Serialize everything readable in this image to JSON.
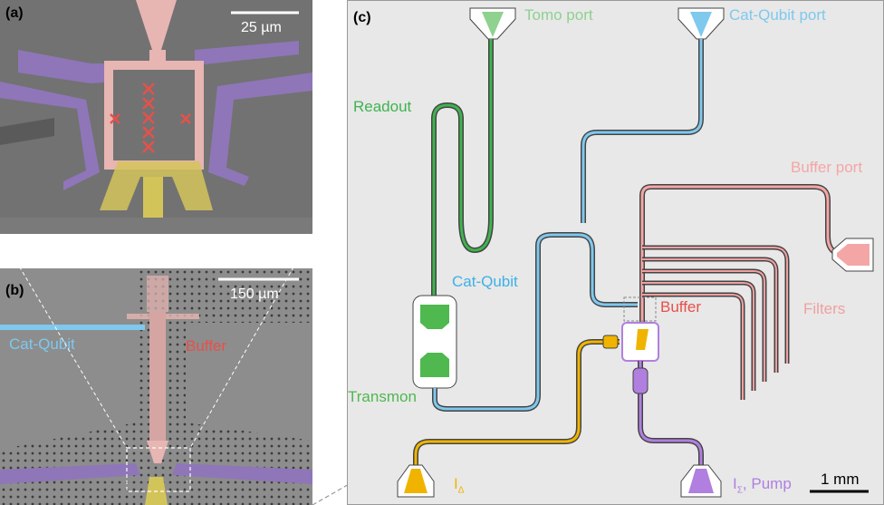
{
  "panel_a": {
    "label": "(a)",
    "scalebar": "25 µm"
  },
  "panel_b": {
    "label": "(b)",
    "scalebar": "150 µm",
    "cat_qubit_label": "Cat-Qubit",
    "buffer_label": "Buffer"
  },
  "panel_c": {
    "label": "(c)",
    "tomo_port": "Tomo port",
    "cat_qubit_port": "Cat-Qubit port",
    "readout": "Readout",
    "buffer_port": "Buffer port",
    "cat_qubit": "Cat-Qubit",
    "buffer": "Buffer",
    "filters": "Filters",
    "transmon": "Transmon",
    "i_delta": "I",
    "i_delta_sub": "Δ",
    "i_sigma": "I",
    "i_sigma_sub": "Σ",
    "pump": ", Pump",
    "scalebar": "1 mm"
  },
  "colors": {
    "tomo": "#8fd18f",
    "readout": "#3fb34f",
    "cat_qubit": "#7fc8ee",
    "buffer_port": "#f4a6a6",
    "buffer": "#e8504a",
    "filters": "#f0a0a0",
    "transmon": "#4fb84f",
    "i_delta": "#f0b400",
    "pump": "#b07fe0"
  }
}
